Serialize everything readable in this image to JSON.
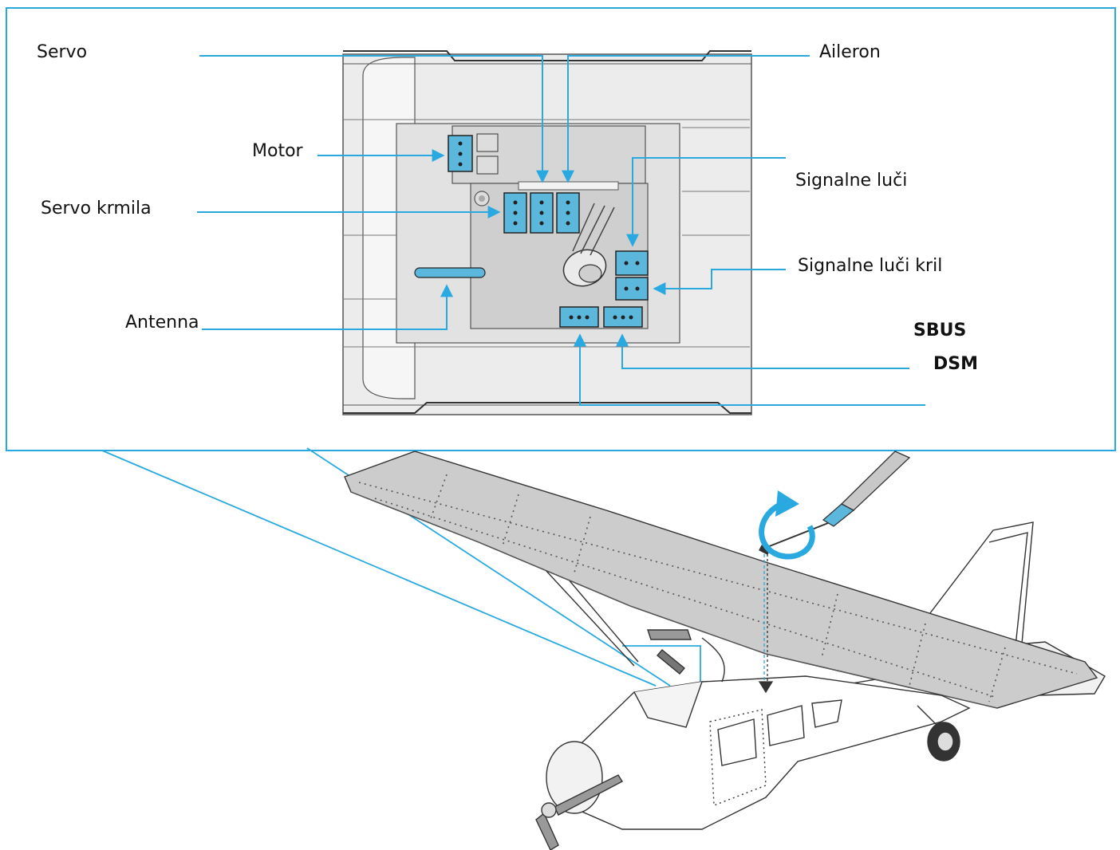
{
  "labels": {
    "servo": "Servo",
    "aileron": "Aileron",
    "motor": "Motor",
    "signalne_luci": "Signalne luči",
    "servo_krmila": "Servo krmila",
    "signalne_luci_kril": "Signalne luči kril",
    "antenna": "Antenna",
    "sbus": "SBUS",
    "dsm": "DSM"
  },
  "colors": {
    "accent": "#29a9e0",
    "connector": "#5bb8dc",
    "board": "#cfcfcf",
    "fuselage": "#e8e8e8",
    "wing": "#cccccc",
    "outline": "#333333"
  }
}
